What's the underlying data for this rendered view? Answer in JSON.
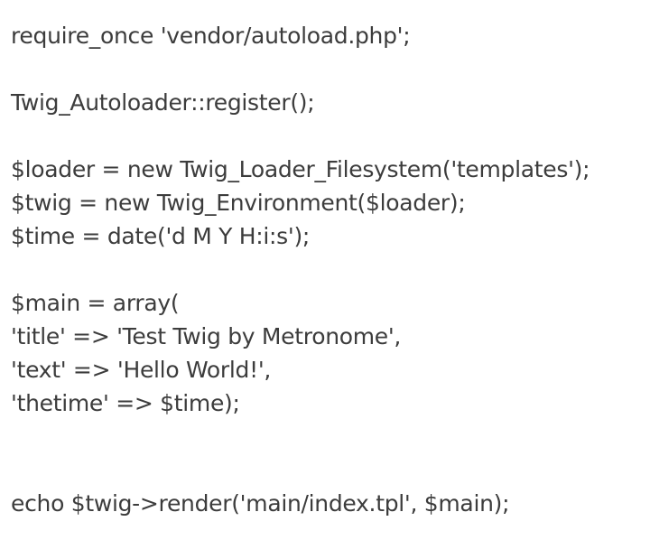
{
  "document": {
    "type": "plain-text-code-listing",
    "language": "php",
    "background_color": "#ffffff",
    "text_color": "#3c3c3c",
    "lines": [
      {
        "text": "require_once 'vendor/autoload.php';",
        "blank": false
      },
      {
        "text": "",
        "blank": true
      },
      {
        "text": "Twig_Autoloader::register();",
        "blank": false
      },
      {
        "text": "",
        "blank": true
      },
      {
        "text": "$loader = new Twig_Loader_Filesystem('templates');",
        "blank": false
      },
      {
        "text": "$twig = new Twig_Environment($loader);",
        "blank": false
      },
      {
        "text": "$time = date('d M Y H:i:s');",
        "blank": false
      },
      {
        "text": "",
        "blank": true
      },
      {
        "text": "$main = array(",
        "blank": false
      },
      {
        "text": "'title' => 'Test Twig by Metronome',",
        "blank": false
      },
      {
        "text": "'text' => 'Hello World!',",
        "blank": false
      },
      {
        "text": "'thetime' => $time);",
        "blank": false
      },
      {
        "text": "",
        "blank": true
      },
      {
        "text": "",
        "blank": true
      },
      {
        "text": "echo $twig->render('main/index.tpl', $main);",
        "blank": false
      }
    ]
  }
}
